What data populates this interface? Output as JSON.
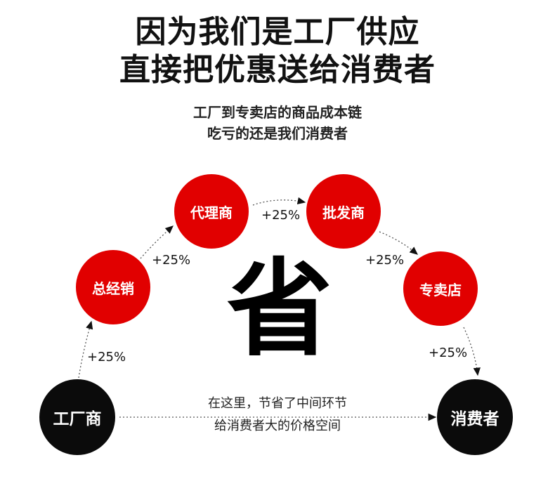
{
  "title": {
    "line1": "因为我们是工厂供应",
    "line2": "直接把优惠送给消费者"
  },
  "subtitle": {
    "line1": "工厂到专卖店的商品成本链",
    "line2": "吃亏的还是我们消费者"
  },
  "nodes": {
    "factory": "工厂商",
    "distributor": "总经销",
    "agent": "代理商",
    "wholesaler": "批发商",
    "store": "专卖店",
    "consumer": "消费者"
  },
  "markups": {
    "factory_to_distributor": "+25%",
    "distributor_to_agent": "+25%",
    "agent_to_wholesaler": "+25%",
    "wholesaler_to_store": "+25%",
    "store_to_consumer": "+25%"
  },
  "center_char": "省",
  "note": {
    "line1": "在这里，节省了中间环节",
    "line2": "给消费者大的价格空间"
  },
  "colors": {
    "middleman": "#e10000",
    "endpoint": "#0b0b0b"
  }
}
